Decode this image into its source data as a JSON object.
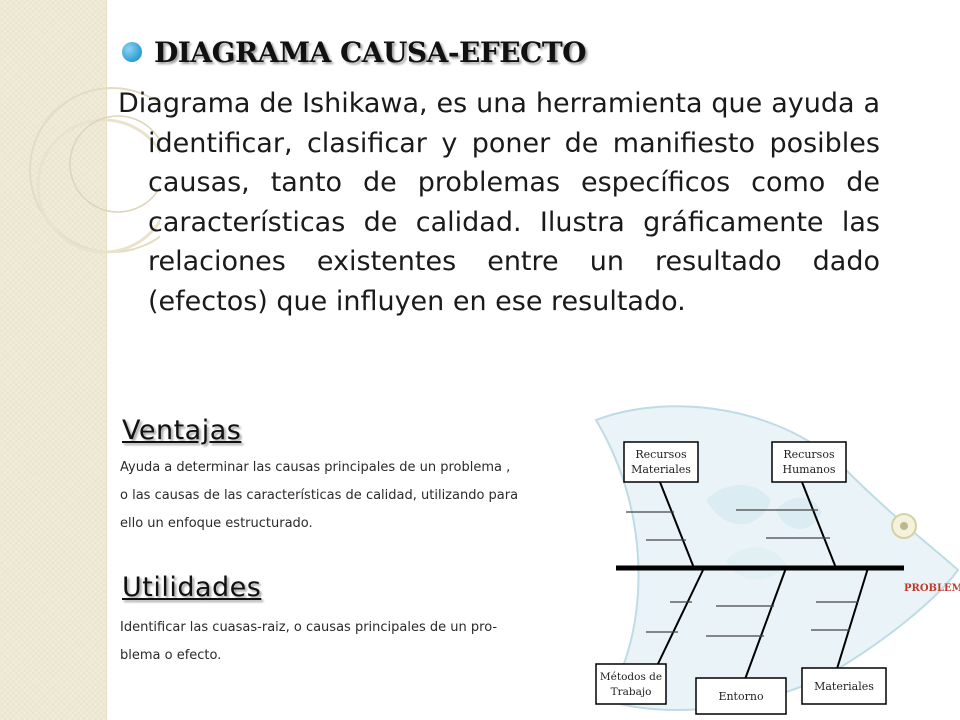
{
  "title": "DIAGRAMA CAUSA-EFECTO",
  "paragraph": "Diagrama de Ishikawa, es una herramienta que ayuda a identificar, clasificar y poner de manifiesto posibles causas, tanto de problemas específicos como de características de calidad. Ilustra gráficamente las relaciones existentes entre un resultado dado (efectos) que influyen en ese resultado.",
  "ventajas": {
    "heading": "Ventajas",
    "lines": [
      "Ayuda a determinar las causas principales de un problema ,",
      "o las causas de las características de calidad, utilizando para",
      "ello un enfoque estructurado."
    ]
  },
  "utilidades": {
    "heading": "Utilidades",
    "lines": [
      "Identificar las cuasas-raiz, o causas principales de un pro-",
      "blema o efecto."
    ]
  },
  "diagram": {
    "box_recursos_materiales": [
      "Recursos",
      "Materiales"
    ],
    "box_recursos_humanos": [
      "Recursos",
      "Humanos"
    ],
    "box_metodos_trabajo": [
      "Métodos de",
      "Trabajo"
    ],
    "box_entorno": "Entorno",
    "box_materiales": "Materiales",
    "problem_label": "PROBLEMA"
  },
  "colors": {
    "bullet": "#2c9dd3",
    "fish": "#cfe6ef",
    "fish_line": "#9cc8d8",
    "problem": "#c0392b"
  }
}
